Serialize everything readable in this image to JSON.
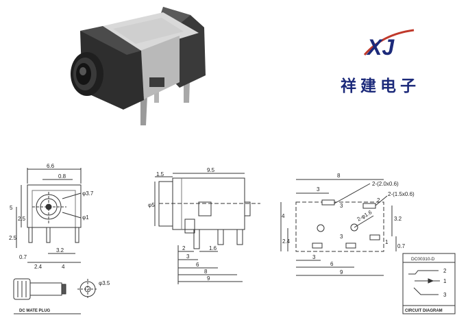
{
  "brand": {
    "logo_text": "XJ",
    "company_name": "祥建电子"
  },
  "front_view": {
    "dims": {
      "width": "6.6",
      "pin_offset": "0.8",
      "outer_dia": "φ3.7",
      "pin_dia": "φ1",
      "height": "5",
      "half_height": "2.5",
      "lower_half": "2.5",
      "pin_pitch": "3.2",
      "left_offset": "0.7",
      "pitch_a": "2.4",
      "pitch_b": "4"
    }
  },
  "plug": {
    "dia": "φ3.5",
    "caption": "DC MATE PLUG"
  },
  "side_view": {
    "dims": {
      "front_step": "1.5",
      "length": "9.5",
      "height": "φ5",
      "d1": "2",
      "d2": "1.6",
      "d3": "3",
      "d4": "6",
      "d5": "8",
      "d6": "9"
    }
  },
  "footprint": {
    "dims": {
      "top_span": "8",
      "left_offset": "3",
      "slot_a": "2-(2.0x0.6)",
      "slot_b": "2-(1.5x0.6)",
      "hole": "2-φ1.6",
      "vertical": "4",
      "left_v": "2.4",
      "right_v": "3.2",
      "right_v2": "0.7",
      "bottom_a": "3",
      "bottom_b": "6",
      "bottom_c": "9",
      "pin_1": "1",
      "pin_2": "2",
      "pin_3": "3",
      "pin_3b": "3"
    }
  },
  "circuit": {
    "part_number": "DC00310-D",
    "pins": [
      "2",
      "1",
      "3"
    ],
    "caption": "CIRCUIT DIAGRAM"
  }
}
